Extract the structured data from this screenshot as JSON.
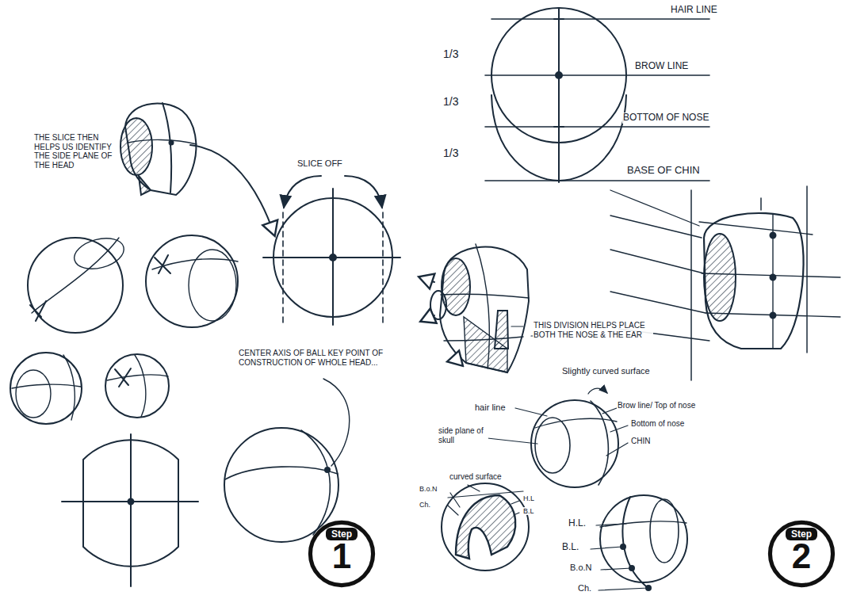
{
  "diagram": {
    "nodes": [
      {
        "text": [
          "Step",
          "1"
        ]
      },
      {
        "text": [
          "Step",
          "2"
        ]
      }
    ],
    "labels": [
      "THE SLICE THEN HELPS US IDENTIFY THE SIDE PLANE OF THE HEAD",
      "SLICE OFF",
      "CENTER AXIS OF BALL KEY POINT OF CONSTRUCTION OF WHOLE HEAD...",
      "1/3",
      "1/3",
      "1/3",
      "HAIR LINE",
      "BROW LINE",
      "BOTTOM OF NOSE",
      "BASE OF CHIN",
      "THIS DIVISION HELPS PLACE BOTH THE NOSE & THE EAR",
      "Slightly curved surface",
      "hair line",
      "Brow line/ Top of nose",
      "Bottom of nose",
      "CHIN",
      "side plane of skull",
      "curved surface",
      "B.o.N",
      "Ch.",
      "H.L",
      "B.L",
      "H.L.",
      "B.L.",
      "B.o.N",
      "Ch."
    ]
  }
}
